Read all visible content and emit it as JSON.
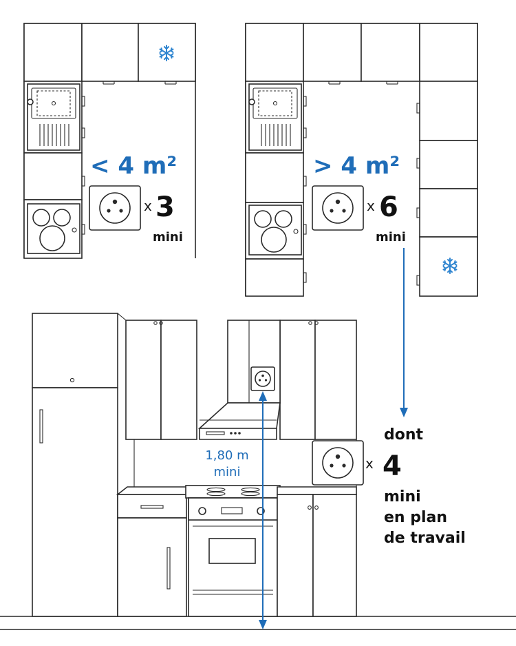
{
  "small_kitchen": {
    "area": "< 4 m²",
    "multiplier": "x",
    "count": "3",
    "note": "mini"
  },
  "large_kitchen": {
    "area": "> 4 m²",
    "multiplier": "x",
    "count": "6",
    "note": "mini"
  },
  "elevation": {
    "height_value": "1,80 m",
    "height_note": "mini",
    "worktop_prefix": "dont",
    "multiplier": "x",
    "worktop_count": "4",
    "worktop_lines": [
      "mini",
      "en plan",
      "de travail"
    ]
  },
  "icons": [
    "snowflake-icon",
    "power-outlet-icon"
  ],
  "colors": {
    "accent": "#1f6db8",
    "line": "#2a2a2a"
  }
}
